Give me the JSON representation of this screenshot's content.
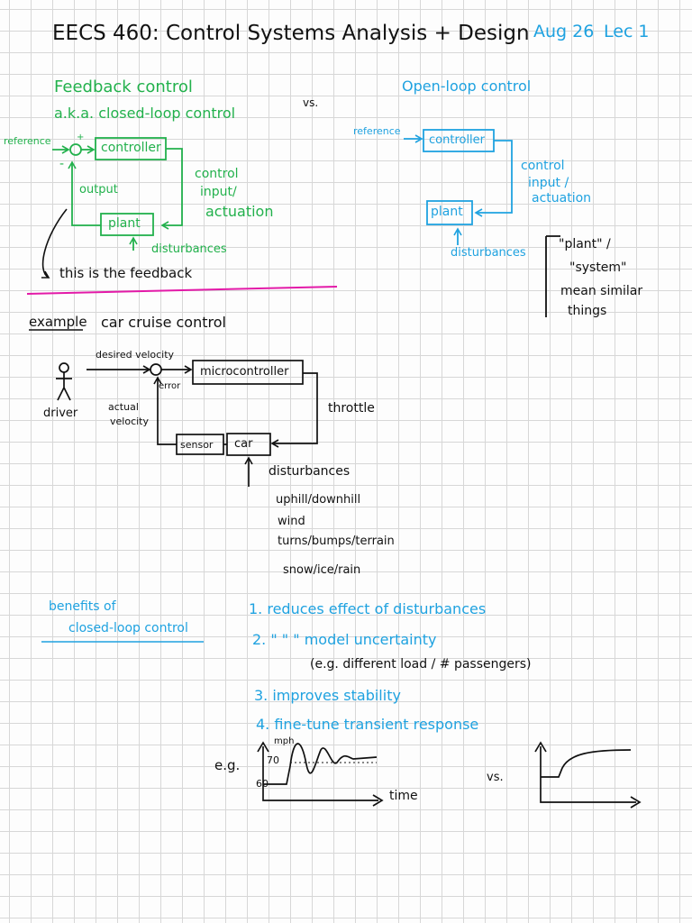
{
  "colors": {
    "ink": "#111111",
    "green": "#22b14c",
    "blue": "#1fa2e0",
    "pink": "#e31aa8",
    "grid": "#d7d7d7"
  },
  "header": {
    "title": "EECS 460: Control Systems Analysis + Design",
    "date": "Aug 26",
    "lecture": "Lec 1"
  },
  "feedback": {
    "title": "Feedback control",
    "aka": "a.k.a. closed-loop control",
    "reference": "reference",
    "sum_plus": "+",
    "sum_minus": "-",
    "controller": "controller",
    "output": "output",
    "control_input_lines": [
      "control",
      "input/",
      "actuation"
    ],
    "plant": "plant",
    "disturbances": "disturbances",
    "feedback_note": "this is the feedback"
  },
  "vs_label": "vs.",
  "openloop": {
    "title": "Open-loop control",
    "reference": "reference",
    "controller": "controller",
    "control_input_lines": [
      "control",
      "input /",
      "actuation"
    ],
    "plant": "plant",
    "disturbances": "disturbances"
  },
  "note_box": {
    "lines": [
      "\"plant\" /",
      "\"system\"",
      "mean similar",
      "things"
    ]
  },
  "example": {
    "label": "example",
    "title": "car cruise control",
    "driver": "driver",
    "desired_velocity": "desired velocity",
    "error": "error",
    "microcontroller": "microcontroller",
    "actual_velocity_lines": [
      "actual",
      "velocity"
    ],
    "throttle": "throttle",
    "sensor": "sensor",
    "car": "car",
    "disturbances_title": "disturbances",
    "disturbance_items": [
      "uphill/downhill",
      "wind",
      "turns/bumps/terrain",
      "snow/ice/rain"
    ]
  },
  "benefits": {
    "title_lines": [
      "benefits of",
      "closed-loop control"
    ],
    "items": [
      "1. reduces effect of disturbances",
      "2.     \"       \"      \"     model uncertainty"
    ],
    "example_note": "(e.g. different load / # passengers)",
    "items2": [
      "3. improves stability",
      "4. fine-tune transient response"
    ]
  },
  "graph": {
    "eg": "e.g.",
    "unit": "mph",
    "y_high": "70",
    "y_low": "60",
    "xlabel": "time",
    "vs": "vs."
  }
}
